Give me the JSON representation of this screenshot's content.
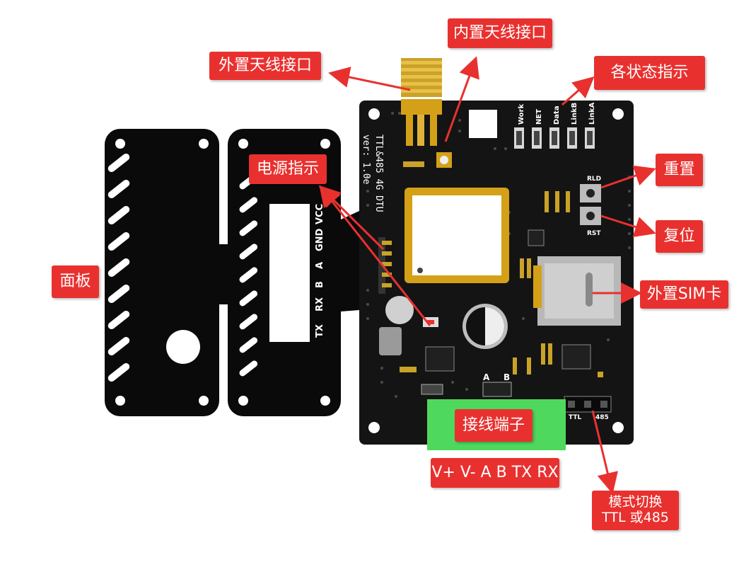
{
  "callouts": {
    "external_antenna": "外置天线接口",
    "internal_antenna": "内置天线接口",
    "status_indicators": "各状态指示",
    "power_indicator": "电源指示",
    "reload": "重置",
    "reset": "复位",
    "panel": "面板",
    "sim_card": "外置SIM卡",
    "terminal_block": "接线端子",
    "terminal_pins": "V+ V-  A  B TX RX",
    "mode_switch_line1": "模式切换",
    "mode_switch_line2": "TTL 或485"
  },
  "pcb": {
    "version_line1": "TTL&485 4G DTU",
    "version_line2": "ver: 1.0e",
    "led_labels": [
      "Work",
      "NET",
      "Data",
      "LinkB",
      "LinkA"
    ],
    "button_top": "RLD",
    "button_bottom": "RST",
    "ab_labels": [
      "A",
      "B"
    ],
    "switch_labels": [
      "TTL",
      "485"
    ]
  },
  "panel_labels": [
    "VCC",
    "GND",
    "A",
    "B",
    "RX",
    "TX"
  ],
  "colors": {
    "callout_bg": "#e8312f",
    "pcb": "#141414",
    "terminal": "#4fd85e",
    "gold": "#d4a017"
  }
}
